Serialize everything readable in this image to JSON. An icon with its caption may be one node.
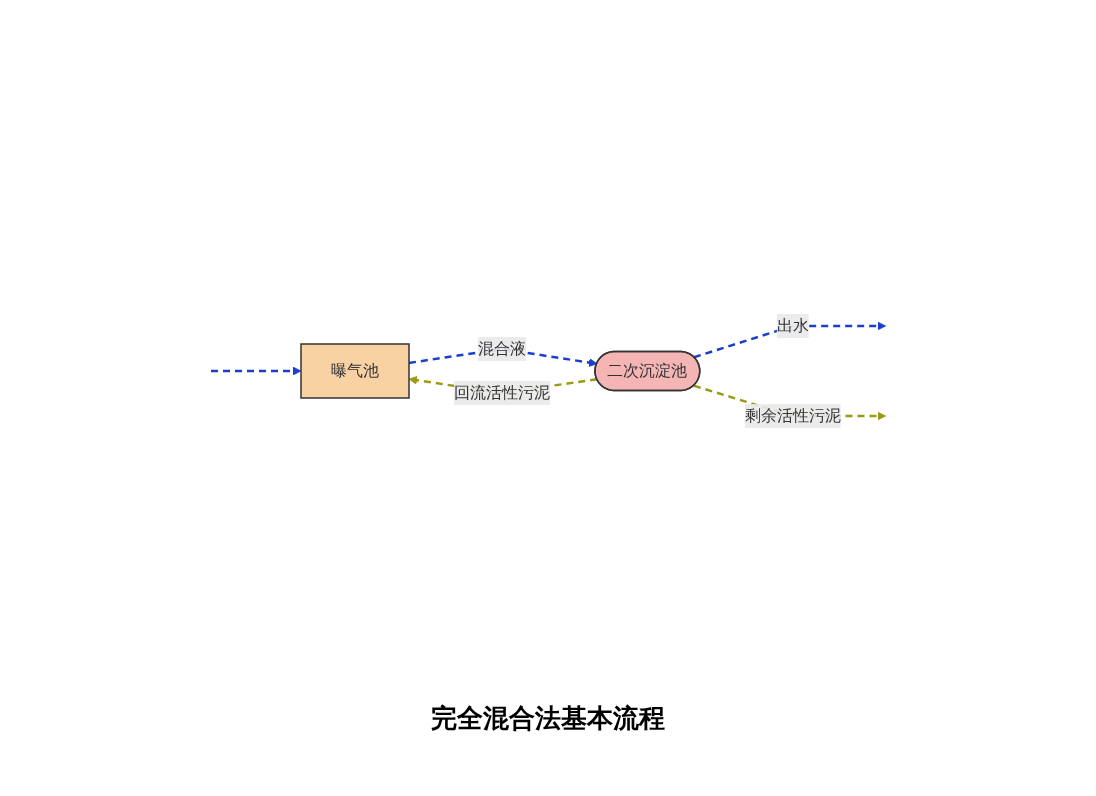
{
  "diagram": {
    "caption": "完全混合法基本流程",
    "nodes": [
      {
        "text": [
          "曝气池"
        ]
      },
      {
        "text": [
          "二次沉淀池"
        ]
      }
    ],
    "edges": [
      {
        "from": null,
        "to": 0,
        "arrow": "to",
        "style": "dashed",
        "color": "#1a3fd0"
      },
      {
        "from": 0,
        "to": 1,
        "arrow": "to",
        "label": "混合液",
        "style": "dashed",
        "color": "#1a3fd0"
      },
      {
        "from": 1,
        "to": null,
        "arrow": "to",
        "label": "出水",
        "style": "dashed",
        "color": "#1a3fd0"
      },
      {
        "from": 1,
        "to": 0,
        "arrow": "to",
        "label": "回流活性污泥",
        "style": "dashed",
        "color": "#9a9a14"
      },
      {
        "from": 1,
        "to": null,
        "arrow": "to",
        "label": "剩余活性污泥",
        "style": "dashed",
        "color": "#9a9a14"
      }
    ]
  }
}
